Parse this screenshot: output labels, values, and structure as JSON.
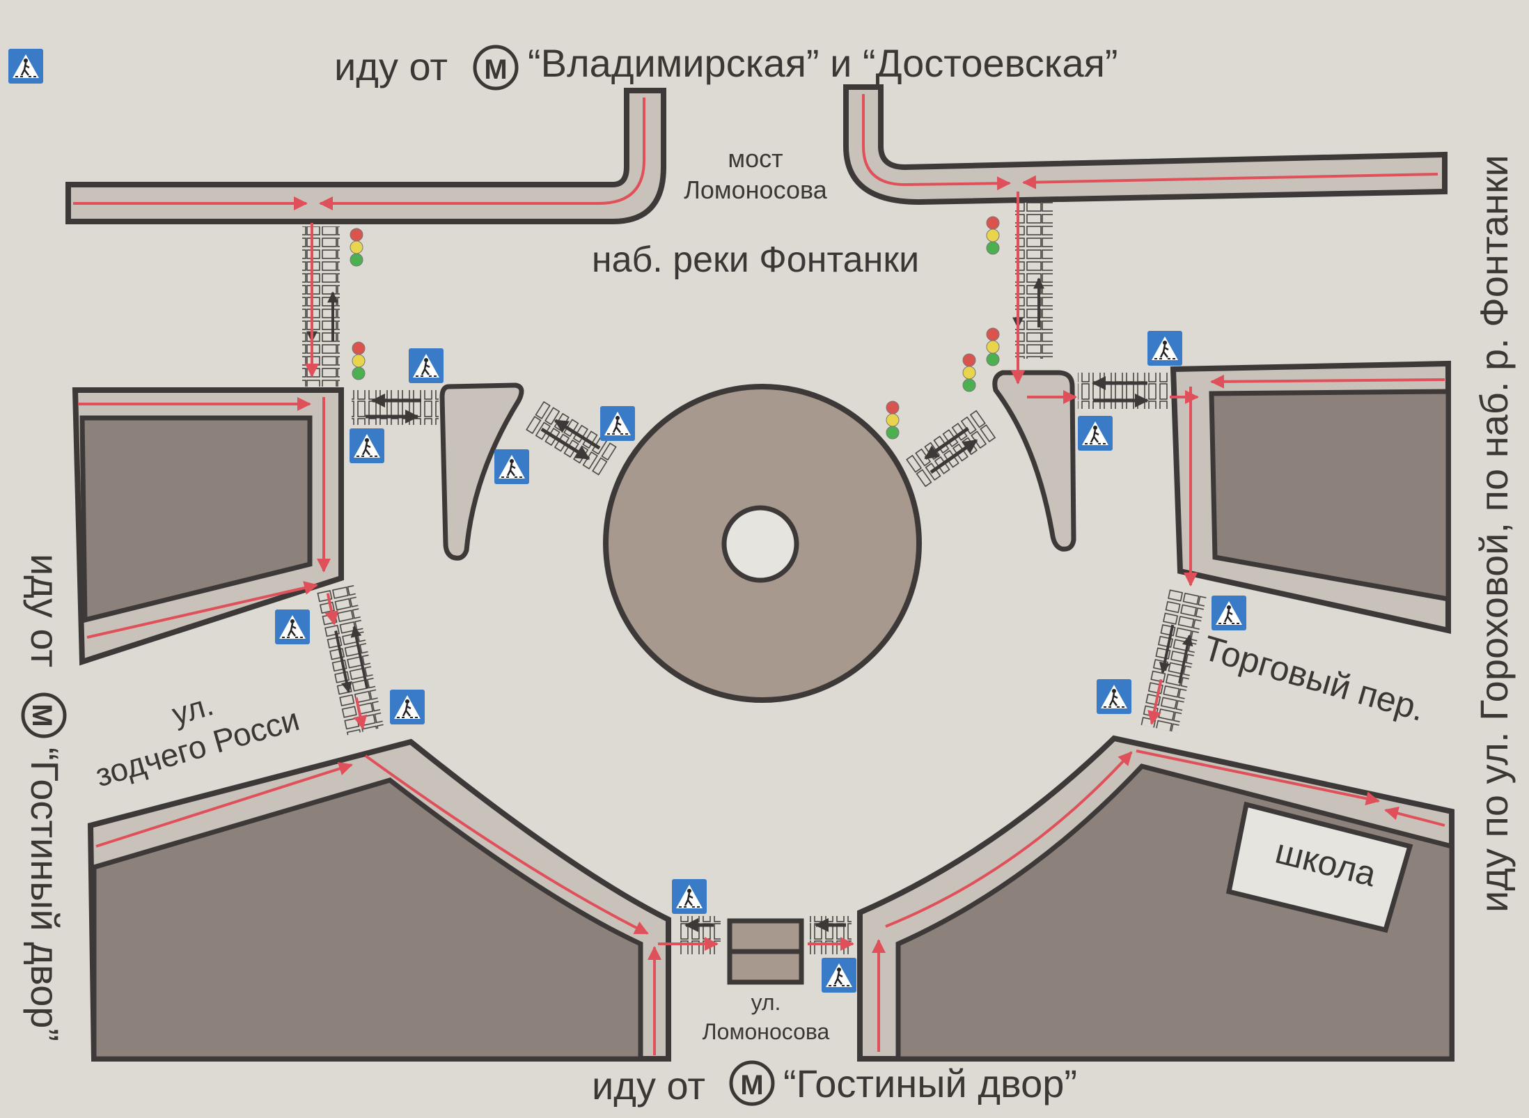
{
  "title": {
    "top_prefix": "иду от",
    "top_stations": "“Владимирская” и “Достоевская”",
    "bottom_prefix": "иду от",
    "bottom_station": "“Гостиный двор”",
    "left_prefix": "иду от",
    "left_station": "“Гостиный двор”",
    "right": "иду по ул. Гороховой, по наб. р. Фонтанки",
    "metro_symbol": "M"
  },
  "streets": {
    "bridge_line1": "мост",
    "bridge_line2": "Ломоносова",
    "embankment": "наб. реки Фонтанки",
    "rossi_line1": "ул.",
    "rossi_line2": "зодчего Росси",
    "torgovy": "Торговый пер.",
    "lomonosova_line1": "ул.",
    "lomonosova_line2": "Ломоносова"
  },
  "buildings": {
    "school": "школа"
  },
  "legend": {
    "icon": "pedestrian-crossing-sign-icon"
  },
  "colors": {
    "background": "#dcdad3",
    "sidewalk": "#c9c2bb",
    "building": "#8c827b",
    "outline": "#3d3938",
    "route_arrow": "#e0505a",
    "crossing_arrow": "#3d3938",
    "sign_blue": "#3a7bc8",
    "light_red": "#d9534f",
    "light_yellow": "#e8d44d",
    "light_green": "#4caf50"
  }
}
